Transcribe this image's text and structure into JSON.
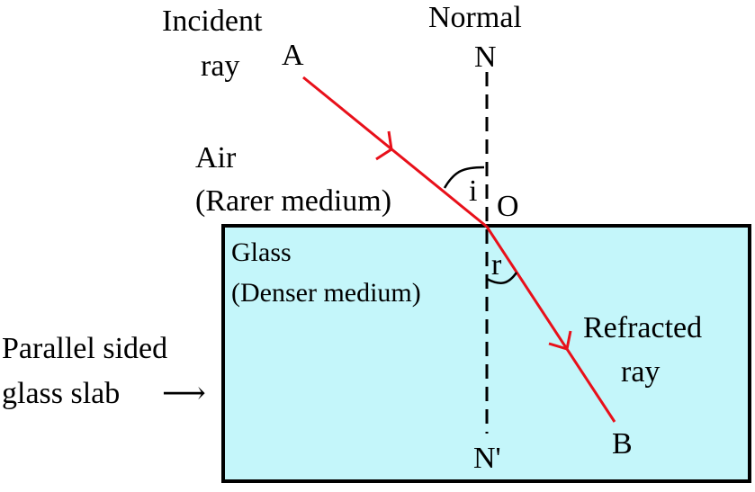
{
  "title": "Refraction of light through a parallel sided glass slab",
  "colors": {
    "ray": "#e8101a",
    "slab_fill": "#c4f6fa",
    "outline": "#000000",
    "background": "#ffffff"
  },
  "labels": {
    "incident_ray_line1": "Incident",
    "incident_ray_line2": "ray",
    "normal": "Normal",
    "point_a": "A",
    "point_n": "N",
    "point_o": "O",
    "point_n_prime": "N'",
    "point_b": "B",
    "air_line1": "Air",
    "air_line2": "(Rarer medium)",
    "glass_line1": "Glass",
    "glass_line2": "(Denser medium)",
    "refracted_ray_line1": "Refracted",
    "refracted_ray_line2": "ray",
    "slab_line1": "Parallel sided",
    "slab_line2": "glass slab",
    "angle_incidence": "i",
    "angle_refraction": "r",
    "slab_pointer": "⟶"
  }
}
